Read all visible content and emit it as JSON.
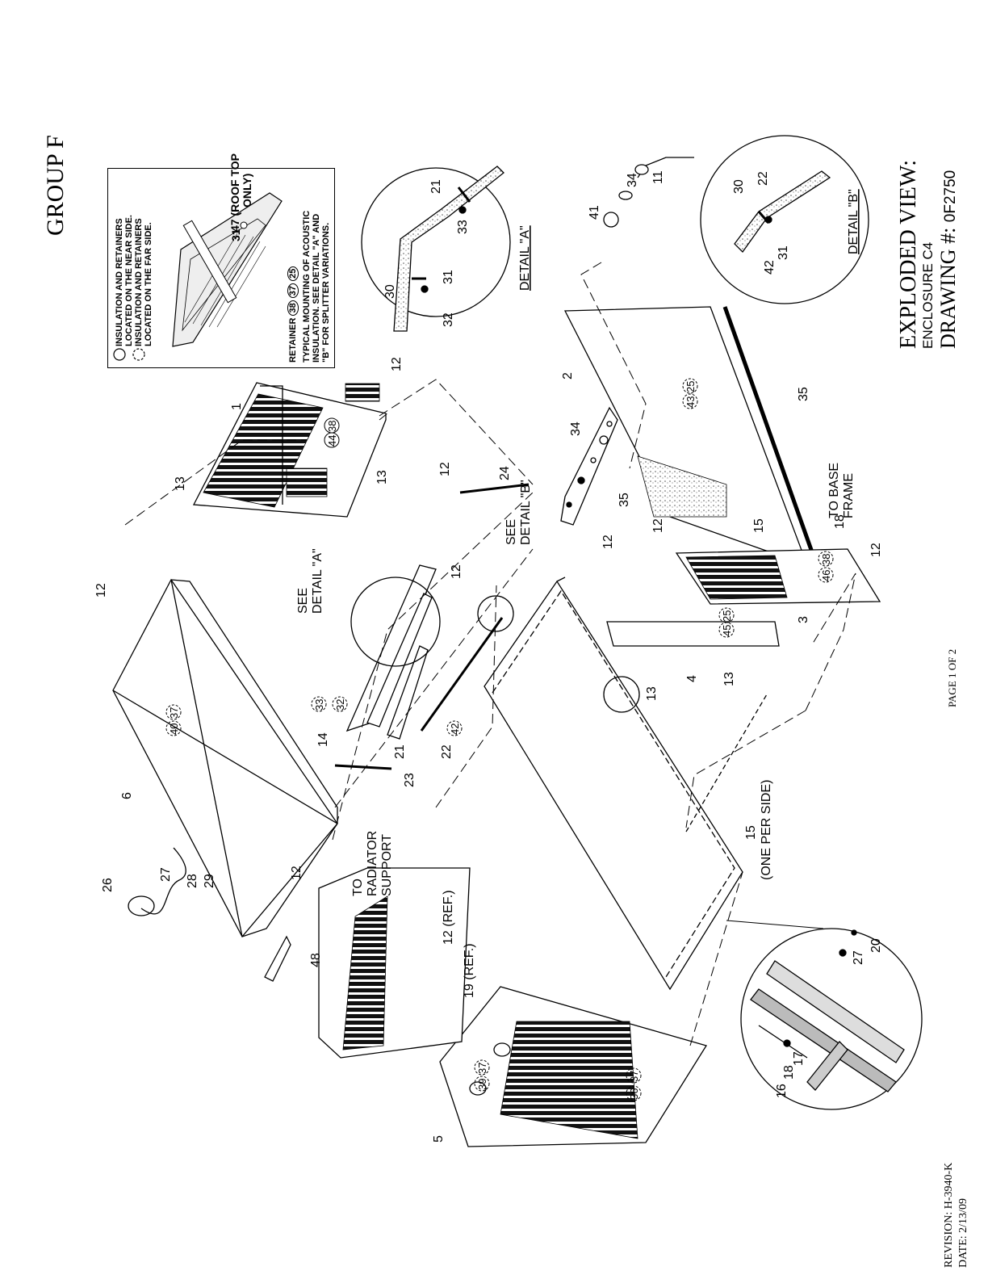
{
  "header": {
    "group": "GROUP F",
    "view_title": "EXPLODED VIEW:",
    "subtitle": "ENCLOSURE C4",
    "drawing_label": "DRAWING #:",
    "drawing_number": "0F2750"
  },
  "footer": {
    "revision": "REVISION: H-3940-K",
    "date": "DATE:  2/13/09",
    "page": "PAGE 1 OF 2"
  },
  "legend": {
    "near_side_1": "INSULATION AND RETAINERS",
    "near_side_2": "LOCATED ON THE NEAR SIDE.",
    "far_side_1": "INSULATION AND RETAINERS",
    "far_side_2": "LOCATED ON THE FAR SIDE.",
    "retainer_label": "RETAINER",
    "retainer_refs": [
      "38",
      "37",
      "25"
    ],
    "note_1": "TYPICAL MOUNTING OF ACOUSTIC",
    "note_2": "INSULATION. SEE DETAIL \"A\" AND",
    "note_3": "\"B\" FOR SPLITTER VARIATIONS.",
    "callout_31": "31",
    "callout_47": "47 (ROOF TOP",
    "callout_47b": "ONLY)"
  },
  "details": {
    "detail_a_title": "DETAIL \"A\"",
    "detail_b_title": "DETAIL \"B\"",
    "see_detail_a_1": "SEE",
    "see_detail_a_2": "DETAIL \"A\"",
    "see_detail_b_1": "SEE",
    "see_detail_b_2": "DETAIL \"B\""
  },
  "notes": {
    "to_radiator_1": "TO",
    "to_radiator_2": "RADIATOR",
    "to_radiator_3": "SUPPORT",
    "to_base_1": "TO BASE",
    "to_base_2": "FRAME",
    "one_per_side_1": "15",
    "one_per_side_2": "(ONE PER SIDE)",
    "ref_12": "12 (REF.)",
    "ref_19": "19 (REF.)"
  },
  "callouts": [
    {
      "id": "c1",
      "text": "1"
    },
    {
      "id": "c2",
      "text": "2"
    },
    {
      "id": "c3",
      "text": "3"
    },
    {
      "id": "c4",
      "text": "4"
    },
    {
      "id": "c5",
      "text": "5"
    },
    {
      "id": "c6",
      "text": "6"
    },
    {
      "id": "c11",
      "text": "11"
    },
    {
      "id": "c12a",
      "text": "12"
    },
    {
      "id": "c12b",
      "text": "12"
    },
    {
      "id": "c12c",
      "text": "12"
    },
    {
      "id": "c12d",
      "text": "12"
    },
    {
      "id": "c12e",
      "text": "12"
    },
    {
      "id": "c12f",
      "text": "12"
    },
    {
      "id": "c12g",
      "text": "12"
    },
    {
      "id": "c12h",
      "text": "12"
    },
    {
      "id": "c13a",
      "text": "13"
    },
    {
      "id": "c13b",
      "text": "13"
    },
    {
      "id": "c13c",
      "text": "13"
    },
    {
      "id": "c13d",
      "text": "13"
    },
    {
      "id": "c14",
      "text": "14"
    },
    {
      "id": "c15",
      "text": "15"
    },
    {
      "id": "c16",
      "text": "16"
    },
    {
      "id": "c17",
      "text": "17"
    },
    {
      "id": "c18a",
      "text": "18"
    },
    {
      "id": "c18b",
      "text": "18"
    },
    {
      "id": "c20",
      "text": "20"
    },
    {
      "id": "c21a",
      "text": "21"
    },
    {
      "id": "c21b",
      "text": "21"
    },
    {
      "id": "c22a",
      "text": "22"
    },
    {
      "id": "c22b",
      "text": "22"
    },
    {
      "id": "c23",
      "text": "23"
    },
    {
      "id": "c24",
      "text": "24"
    },
    {
      "id": "c26",
      "text": "26"
    },
    {
      "id": "c27a",
      "text": "27"
    },
    {
      "id": "c27b",
      "text": "27"
    },
    {
      "id": "c28",
      "text": "28"
    },
    {
      "id": "c29",
      "text": "29"
    },
    {
      "id": "c30a",
      "text": "30"
    },
    {
      "id": "c30b",
      "text": "30"
    },
    {
      "id": "c31a",
      "text": "31"
    },
    {
      "id": "c31b",
      "text": "31"
    },
    {
      "id": "c32",
      "text": "32"
    },
    {
      "id": "c33",
      "text": "33"
    },
    {
      "id": "c34a",
      "text": "34"
    },
    {
      "id": "c34b",
      "text": "34"
    },
    {
      "id": "c35a",
      "text": "35"
    },
    {
      "id": "c35b",
      "text": "35"
    },
    {
      "id": "c41",
      "text": "41"
    },
    {
      "id": "c42",
      "text": "42"
    },
    {
      "id": "c48",
      "text": "48"
    }
  ],
  "circled_refs": [
    {
      "id": "r44",
      "text": "44"
    },
    {
      "id": "r38a",
      "text": "38"
    },
    {
      "id": "r43",
      "text": "43"
    },
    {
      "id": "r25a",
      "text": "25"
    },
    {
      "id": "r46",
      "text": "46"
    },
    {
      "id": "r38b",
      "text": "38"
    },
    {
      "id": "r45",
      "text": "45"
    },
    {
      "id": "r25b",
      "text": "25"
    },
    {
      "id": "r40",
      "text": "40"
    },
    {
      "id": "r37a",
      "text": "37"
    },
    {
      "id": "r33",
      "text": "33"
    },
    {
      "id": "r32",
      "text": "32"
    },
    {
      "id": "r42",
      "text": "42"
    },
    {
      "id": "r39",
      "text": "39"
    },
    {
      "id": "r37b",
      "text": "37"
    },
    {
      "id": "r36",
      "text": "36"
    },
    {
      "id": "r37c",
      "text": "37"
    }
  ]
}
